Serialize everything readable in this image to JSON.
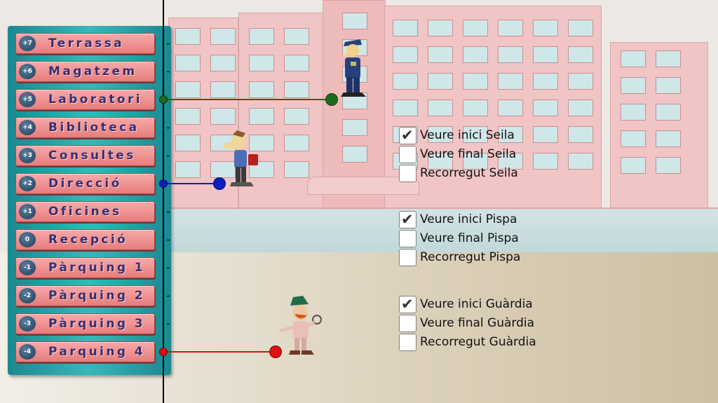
{
  "floors": [
    {
      "num": "+7",
      "label": "Terrassa"
    },
    {
      "num": "+6",
      "label": "Magatzem"
    },
    {
      "num": "+5",
      "label": "Laboratori"
    },
    {
      "num": "+4",
      "label": "Biblioteca"
    },
    {
      "num": "+3",
      "label": "Consultes"
    },
    {
      "num": "+2",
      "label": "Direcció"
    },
    {
      "num": "+1",
      "label": "Oficines"
    },
    {
      "num": "0",
      "label": "Recepció"
    },
    {
      "num": "-1",
      "label": "Pàrquing 1"
    },
    {
      "num": "-2",
      "label": "Pàrquing 2"
    },
    {
      "num": "-3",
      "label": "Pàrquing 3"
    },
    {
      "num": "-4",
      "label": "Parquing 4"
    }
  ],
  "checkbox_groups": [
    {
      "character": "Seila",
      "items": [
        {
          "label": "Veure inici Seila",
          "checked": true
        },
        {
          "label": "Veure final Seila",
          "checked": false
        },
        {
          "label": "Recorregut Seila",
          "checked": false
        }
      ]
    },
    {
      "character": "Pispa",
      "items": [
        {
          "label": "Veure inici Pispa",
          "checked": true
        },
        {
          "label": "Veure final Pispa",
          "checked": false
        },
        {
          "label": "Recorregut Pispa",
          "checked": false
        }
      ]
    },
    {
      "character": "Guàrdia",
      "items": [
        {
          "label": "Veure inici Guàrdia",
          "checked": true
        },
        {
          "label": "Veure final Guàrdia",
          "checked": false
        },
        {
          "label": "Recorregut Guàrdia",
          "checked": false
        }
      ]
    }
  ],
  "markers": [
    {
      "character": "Seila",
      "floor": "+5",
      "color": "#1e6b1e"
    },
    {
      "character": "Pispa",
      "floor": "+2",
      "color": "#0b1fc0"
    },
    {
      "character": "Guàrdia",
      "floor": "-4",
      "color": "#e01010"
    }
  ],
  "colors": {
    "panel": "#2aa4aa",
    "button": "#ee8f8f",
    "button_text": "#3a2f6e"
  }
}
